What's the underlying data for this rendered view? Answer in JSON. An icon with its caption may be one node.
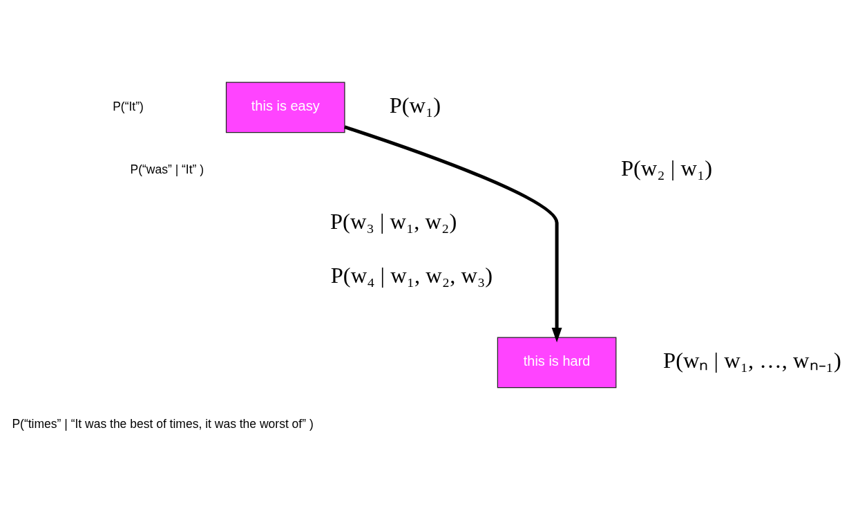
{
  "diagram": {
    "nodes": [
      {
        "text": [
          "this is easy"
        ]
      },
      {
        "text": [
          "this is hard"
        ]
      }
    ],
    "edges": [
      {
        "from": 0,
        "to": 1,
        "arrow": "to"
      }
    ],
    "labels": [
      "P(“It”)",
      "P(w₁)",
      "P(“was” | “It” )",
      "P(w₂ | w₁)",
      "P(w₃ | w₁, w₂)",
      "P(w₄ | w₁, w₂, w₃)",
      "P(wₙ | w₁, …, wₙ₋₁)",
      "P(“times” | “It was the best of times, it was the worst of” )"
    ]
  }
}
